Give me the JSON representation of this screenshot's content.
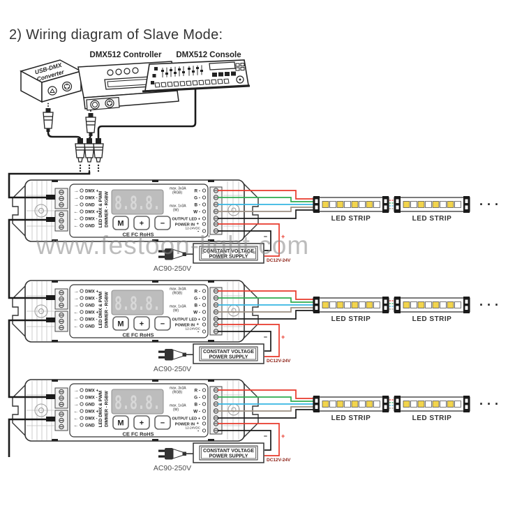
{
  "title": "2) Wiring diagram of Slave Mode:",
  "watermark": "www.festoon-light.com",
  "top_devices": {
    "converter_line1": "USB-DMX",
    "converter_line2": "Converter",
    "controller_label": "DMX512 Controller",
    "console_label": "DMX512 Console"
  },
  "dimmer": {
    "name_line1": "LED DMX & PWM",
    "name_line2": "DIMMER - RGBW",
    "display_value": "8.8.8.",
    "button_mode": "M",
    "button_plus": "+",
    "button_minus": "−",
    "in_arrow": "→",
    "out_arrow": "←",
    "in_labels": [
      "DMX +",
      "DMX -",
      "GND"
    ],
    "out_labels": [
      "DMX +",
      "DMX -",
      "GND"
    ],
    "ch_r": "R -",
    "ch_g": "G -",
    "ch_b": "B -",
    "ch_w": "W -",
    "rating_rgb1": "max. 3x3A",
    "rating_rgb2": "(RGB)",
    "rating_w1": "max. 1x3A",
    "rating_w2": "(W)",
    "output_led": "OUTPUT LED +",
    "power_in": "POWER IN",
    "power_plus": "+",
    "power_range": "12-24VDC",
    "power_minus": "-",
    "cert": "CE  FC  RoHS"
  },
  "row": {
    "led_strip": "LED STRIP",
    "psu1": "CONSTANT VOLTAGE",
    "psu2": "POWER SUPPLY",
    "ac": "AC90-250V",
    "dc": "DC12V-24V",
    "minus": "−",
    "plus": "+",
    "more": "· · ·"
  },
  "colors": {
    "wire_r": "#e8392b",
    "wire_g": "#2eab4f",
    "wire_b": "#36b6e2",
    "wire_w": "#9b8e80",
    "wire_k": "#1a1a1a",
    "led_yellow": "#f2d44c",
    "dc_text": "#8b1d12"
  }
}
